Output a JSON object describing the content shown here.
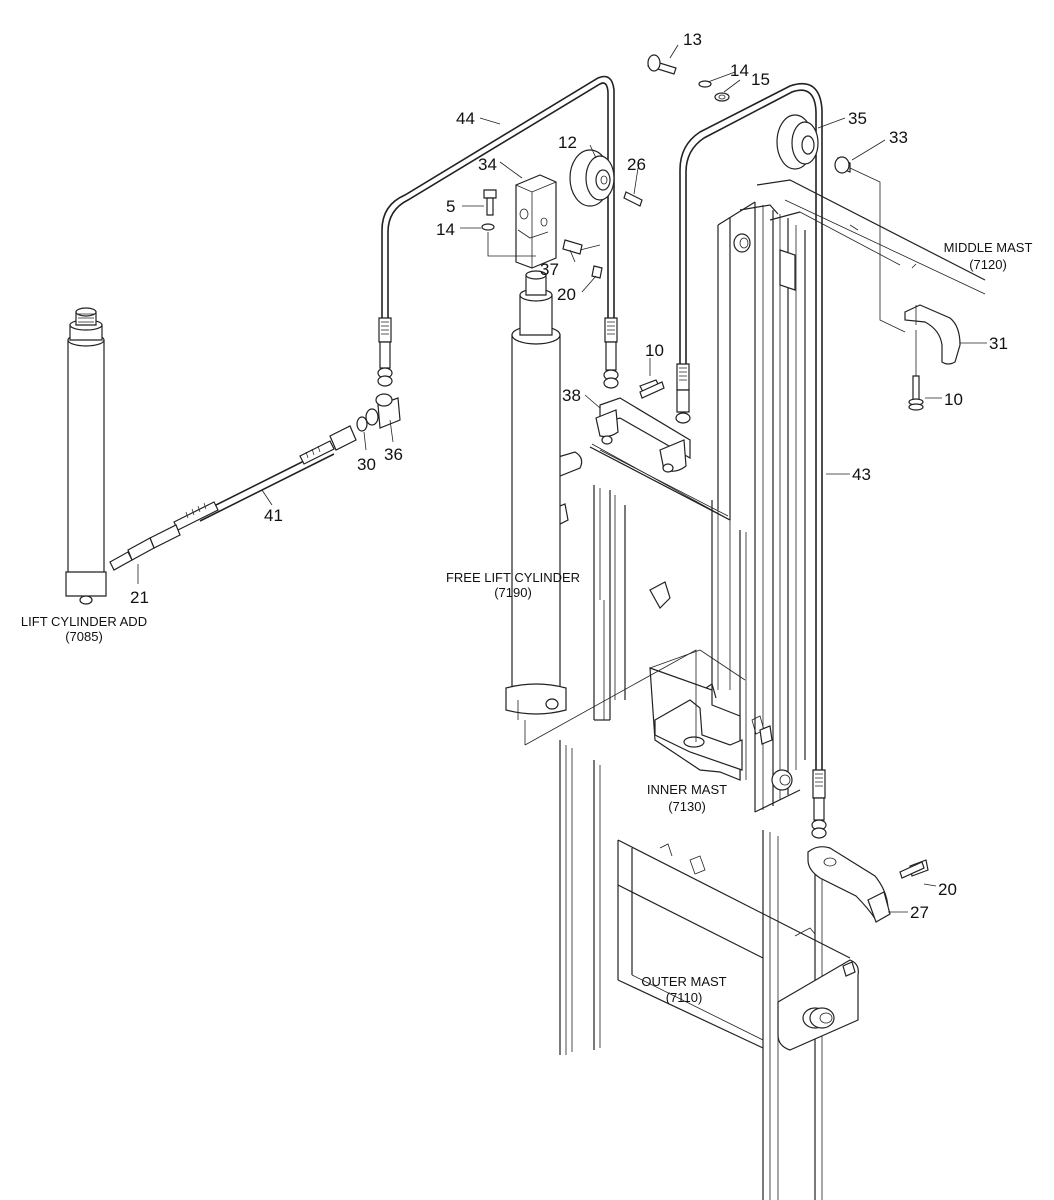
{
  "assemblies": {
    "middle_mast": {
      "name": "MIDDLE MAST",
      "code": "(7120)"
    },
    "free_lift_cylinder": {
      "name": "FREE LIFT CYLINDER",
      "code": "(7190)"
    },
    "inner_mast": {
      "name": "INNER MAST",
      "code": "(7130)"
    },
    "outer_mast": {
      "name": "OUTER MAST",
      "code": "(7110)"
    },
    "lift_cylinder_add": {
      "name": "LIFT CYLINDER ADD",
      "code": "(7085)"
    }
  },
  "callouts": [
    {
      "id": "c13",
      "text": "13"
    },
    {
      "id": "c14a",
      "text": "14"
    },
    {
      "id": "c15",
      "text": "15"
    },
    {
      "id": "c44",
      "text": "44"
    },
    {
      "id": "c12",
      "text": "12"
    },
    {
      "id": "c35",
      "text": "35"
    },
    {
      "id": "c33",
      "text": "33"
    },
    {
      "id": "c34",
      "text": "34"
    },
    {
      "id": "c26",
      "text": "26"
    },
    {
      "id": "c5",
      "text": "5"
    },
    {
      "id": "c14b",
      "text": "14"
    },
    {
      "id": "c37",
      "text": "37"
    },
    {
      "id": "c20a",
      "text": "20"
    },
    {
      "id": "c31",
      "text": "31"
    },
    {
      "id": "c10a",
      "text": "10"
    },
    {
      "id": "c10b",
      "text": "10"
    },
    {
      "id": "c38",
      "text": "38"
    },
    {
      "id": "c30",
      "text": "30"
    },
    {
      "id": "c36",
      "text": "36"
    },
    {
      "id": "c43",
      "text": "43"
    },
    {
      "id": "c41",
      "text": "41"
    },
    {
      "id": "c21",
      "text": "21"
    },
    {
      "id": "c20b",
      "text": "20"
    },
    {
      "id": "c27",
      "text": "27"
    }
  ]
}
